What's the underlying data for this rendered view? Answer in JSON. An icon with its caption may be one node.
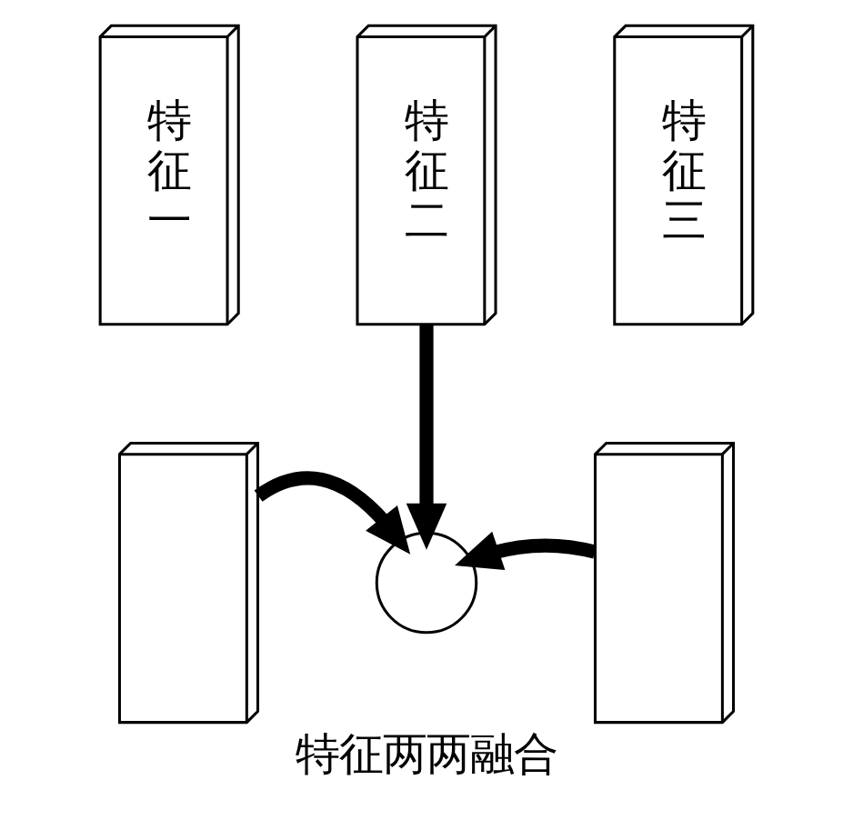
{
  "diagram": {
    "caption": "特征两两融合",
    "nodes": [
      {
        "text": [
          "特征一"
        ]
      },
      {
        "text": [
          "特征二"
        ]
      },
      {
        "text": [
          "特征三"
        ]
      },
      {
        "text": [],
        "shape": "box"
      },
      {
        "text": [],
        "shape": "circle"
      },
      {
        "text": [],
        "shape": "box"
      }
    ],
    "edges": [
      {
        "from": 1,
        "to": 4,
        "arrow": "to"
      },
      {
        "from": 3,
        "to": 4,
        "arrow": "to"
      },
      {
        "from": 5,
        "to": 4,
        "arrow": "to"
      }
    ]
  }
}
